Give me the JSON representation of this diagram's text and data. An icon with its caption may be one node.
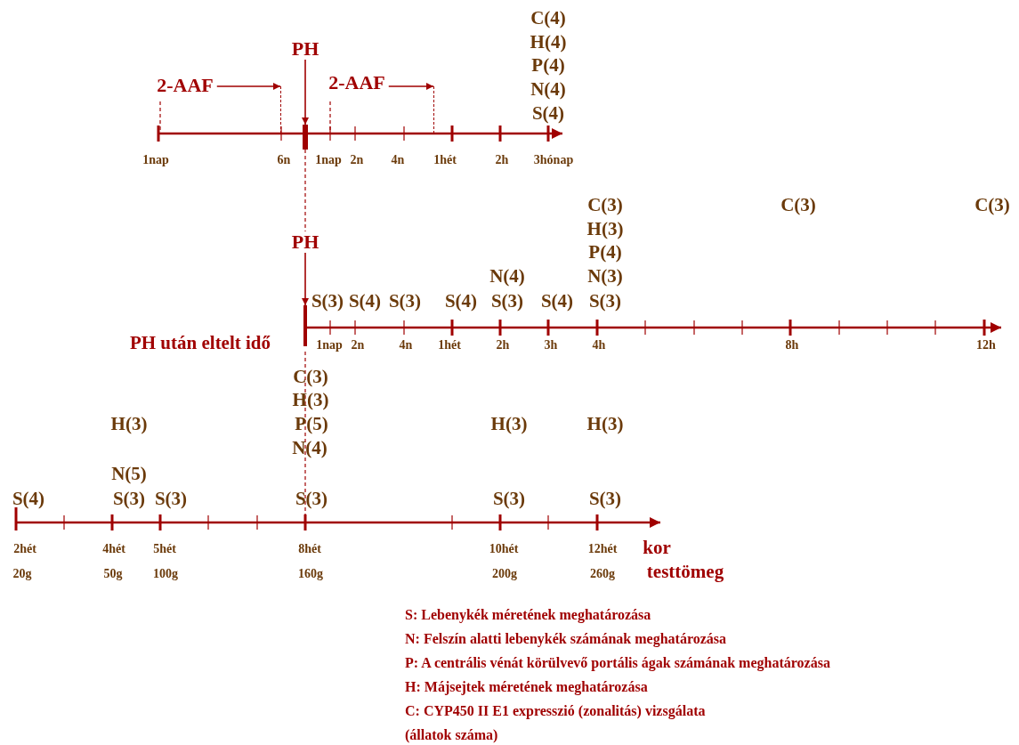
{
  "diagram": {
    "nodes": [
      {
        "text": [
          "PH"
        ]
      },
      {
        "text": [
          "2-AAF"
        ]
      },
      {
        "text": [
          "2-AAF"
        ]
      },
      {
        "text": [
          "PH"
        ]
      },
      {
        "text": [],
        "shape": "bar"
      },
      {
        "text": [],
        "shape": "line"
      },
      {
        "text": [],
        "shape": "line"
      },
      {
        "text": [],
        "shape": "bar"
      }
    ],
    "edges": [
      {
        "from": 0,
        "to": 4,
        "arrow": "to"
      },
      {
        "from": 1,
        "to": 5,
        "arrow": "to"
      },
      {
        "from": 2,
        "to": 6,
        "arrow": "to"
      },
      {
        "from": 3,
        "to": 7,
        "arrow": "to"
      },
      {
        "from": 4,
        "to": 3,
        "arrow": "none",
        "style": "dashed"
      }
    ],
    "labels": [
      "C(4)",
      "H(4)",
      "P(4)",
      "N(4)",
      "S(4)",
      "1nap",
      "6n",
      "1nap",
      "2n",
      "4n",
      "1hét",
      "2h",
      "3hónap",
      "C(3)",
      "C(3)",
      "C(3)",
      "H(3)",
      "P(4)",
      "N(4)",
      "N(3)",
      "S(3)",
      "S(4)",
      "S(3)",
      "S(4)",
      "S(3)",
      "S(4)",
      "S(3)",
      "PH után eltelt idő",
      "1nap",
      "2n",
      "4n",
      "1hét",
      "2h",
      "3h",
      "4h",
      "8h",
      "12h",
      "C(3)",
      "H(3)",
      "H(3)",
      "P(5)",
      "H(3)",
      "H(3)",
      "N(4)",
      "N(5)",
      "S(4)",
      "S(3)",
      "S(3)",
      "S(3)",
      "S(3)",
      "S(3)",
      "2hét",
      "4hét",
      "5hét",
      "8hét",
      "10hét",
      "12hét",
      "kor",
      "20g",
      "50g",
      "100g",
      "160g",
      "200g",
      "260g",
      "testtömeg",
      "S: Lebenykék méretének meghatározása",
      "N: Felszín alatti lebenykék számának meghatározása",
      "P: A centrális vénát körülvevő portális ágak számának meghatározása",
      "H: Májsejtek méretének meghatározása",
      "C: CYP450 II E1 expresszió (zonalitás) vizsgálata",
      "(állatok száma)"
    ]
  }
}
